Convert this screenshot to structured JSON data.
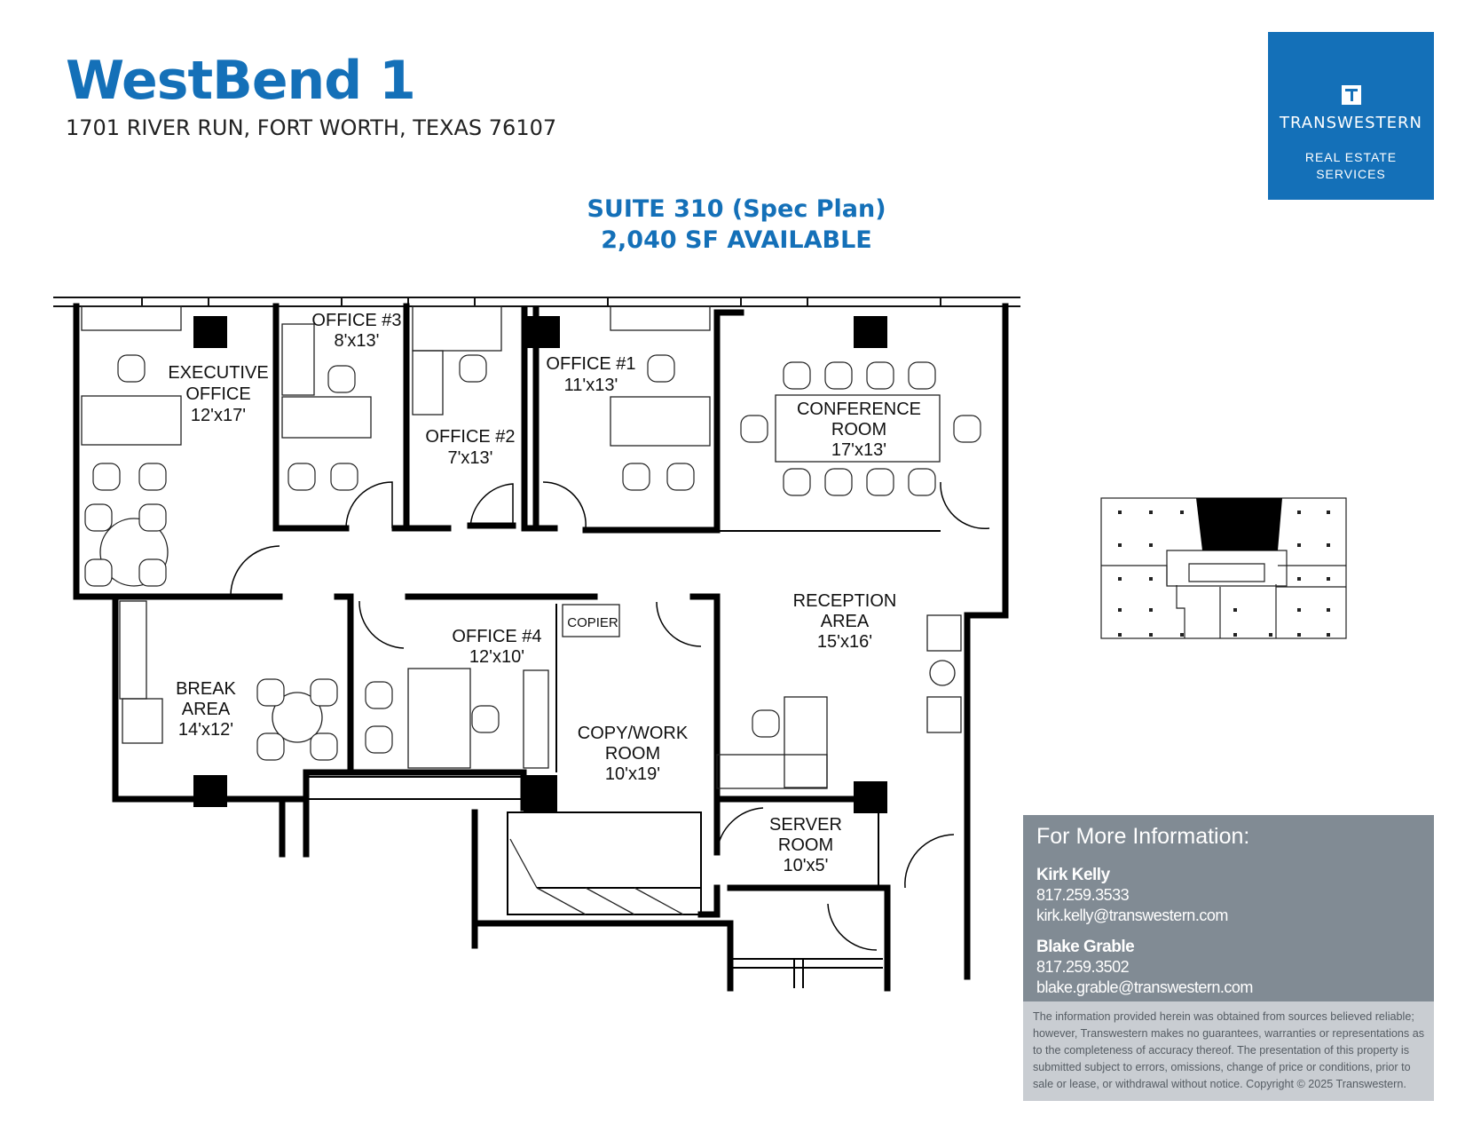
{
  "header": {
    "title": "WestBend 1",
    "address": "1701 RIVER RUN, FORT WORTH, TEXAS 76107"
  },
  "logo": {
    "brand": "TRANSWESTERN",
    "tagline_1": "REAL ESTATE",
    "tagline_2": "SERVICES",
    "color": "#1470b8"
  },
  "suite": {
    "line1": "SUITE 310 (Spec Plan)",
    "line2": "2,040 SF AVAILABLE"
  },
  "rooms": {
    "executive": {
      "l1": "EXECUTIVE",
      "l2": "OFFICE",
      "size": "12'x17'"
    },
    "office3": {
      "l1": "OFFICE #3",
      "size": "8'x13'"
    },
    "office2": {
      "l1": "OFFICE #2",
      "size": "7'x13'"
    },
    "office1": {
      "l1": "OFFICE #1",
      "size": "11'x13'"
    },
    "conference": {
      "l1": "CONFERENCE",
      "l2": "ROOM",
      "size": "17'x13'"
    },
    "reception": {
      "l1": "RECEPTION",
      "l2": "AREA",
      "size": "15'x16'"
    },
    "office4": {
      "l1": "OFFICE #4",
      "size": "12'x10'"
    },
    "copier": "COPIER",
    "break": {
      "l1": "BREAK",
      "l2": "AREA",
      "size": "14'x12'"
    },
    "copywork": {
      "l1": "COPY/WORK",
      "l2": "ROOM",
      "size": "10'x19'"
    },
    "server": {
      "l1": "SERVER",
      "l2": "ROOM",
      "size": "10'x5'"
    }
  },
  "contact": {
    "heading": "For More Information:",
    "people": [
      {
        "name": "Kirk Kelly",
        "phone": "817.259.3533",
        "email": "kirk.kelly@transwestern.com"
      },
      {
        "name": "Blake Grable",
        "phone": "817.259.3502",
        "email": "blake.grable@transwestern.com"
      }
    ],
    "panel_color": "#818b94"
  },
  "disclaimer": "The information provided herein was obtained from sources believed reliable; however, Transwestern makes no guarantees, warranties or representations as to the completeness of accuracy thereof. The presentation of this property is submitted subject to errors, omissions, change of price or conditions, prior to sale or lease, or withdrawal without notice. Copyright © 2025 Transwestern."
}
